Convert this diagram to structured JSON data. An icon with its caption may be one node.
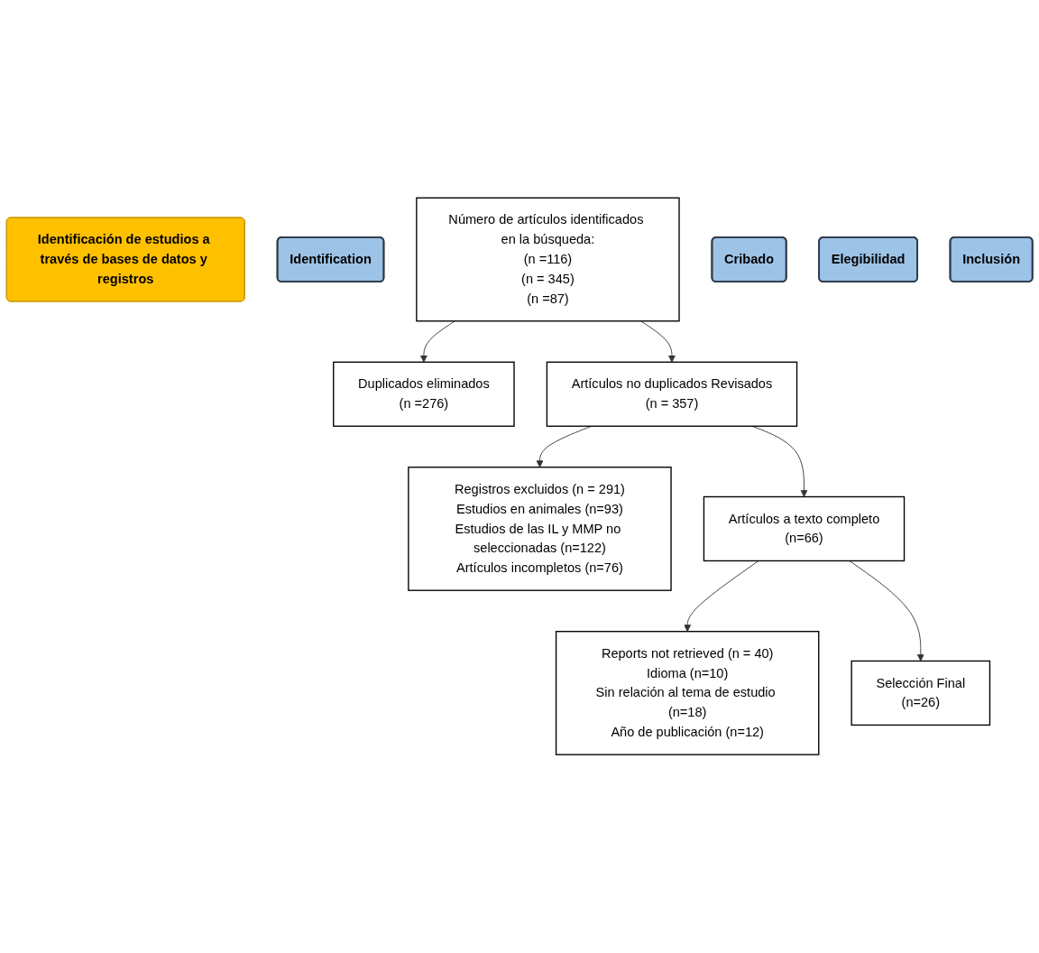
{
  "diagram": {
    "nodes": [
      {
        "text": [
          "Identificación de estudios a través de bases de datos y registros"
        ]
      },
      {
        "text": [
          "Identification"
        ]
      },
      {
        "text": [
          "Número de artículos identificados en la búsqueda:",
          "(n =116)",
          "(n = 345)",
          "(n =87)"
        ]
      },
      {
        "text": [
          "Duplicados eliminados",
          "(n =276)"
        ]
      },
      {
        "text": [
          "Cribado"
        ]
      },
      {
        "text": [
          "Artículos no duplicados Revisados",
          "(n = 357)"
        ]
      },
      {
        "text": [
          "Registros excluidos (n = 291)",
          "Estudios en animales (n=93)",
          "Estudios de las IL y MMP no seleccionadas (n=122)",
          "Artículos incompletos (n=76)"
        ]
      },
      {
        "text": [
          "Elegibilidad"
        ]
      },
      {
        "text": [
          "Artículos a texto completo",
          "(n=66)"
        ]
      },
      {
        "text": [
          "Reports not retrieved (n = 40)",
          "Idioma (n=10)",
          "Sin relación al tema de estudio (n=18)",
          "Año de publicación (n=12)"
        ]
      },
      {
        "text": [
          "Inclusión"
        ]
      },
      {
        "text": [
          "Selección Final",
          "(n=26)"
        ]
      }
    ],
    "edges": [
      {
        "from": 2,
        "to": 5,
        "arrow": "to"
      },
      {
        "from": 2,
        "to": 3,
        "arrow": "to"
      },
      {
        "from": 5,
        "to": 6,
        "arrow": "to"
      },
      {
        "from": 5,
        "to": 8,
        "arrow": "to"
      },
      {
        "from": 8,
        "to": 9,
        "arrow": "to"
      },
      {
        "from": 8,
        "to": 11,
        "arrow": "to"
      }
    ]
  }
}
